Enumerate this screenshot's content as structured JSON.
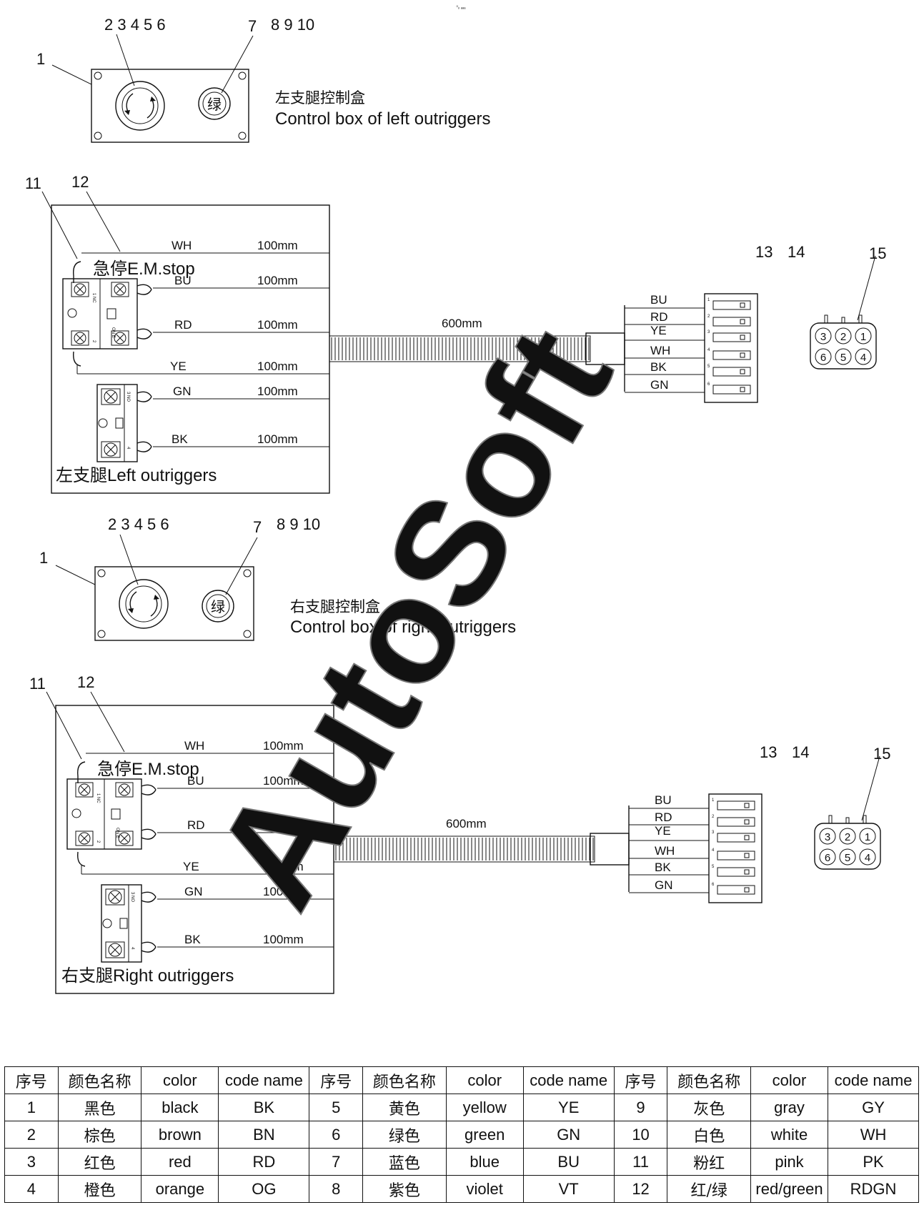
{
  "header_mark": "⁰ₒ ₐₐₐ",
  "left": {
    "box_title_zh": "左支腿控制盒",
    "box_title_en": "Control box of left outriggers",
    "outrigger_label_zh": "左支腿",
    "outrigger_label_en": "Left outriggers"
  },
  "right": {
    "box_title_zh": "右支腿控制盒",
    "box_title_en": "Control box of right outriggers",
    "outrigger_label_zh": "右支腿",
    "outrigger_label_en": "Right outriggers"
  },
  "callouts": {
    "box": "1",
    "switch": "2 3 4 5 6",
    "button": "7",
    "button_extra": "8 9 10",
    "emstop_a": "11",
    "emstop_b": "12",
    "plug_a": "13",
    "plug_b": "14",
    "socket": "15"
  },
  "button_glyph": "绿",
  "emstop_zh": "急停",
  "emstop_en": "E.M.stop",
  "cable_length": "600mm",
  "wires": [
    {
      "code": "WH",
      "length": "100mm"
    },
    {
      "code": "BU",
      "length": "100mm"
    },
    {
      "code": "RD",
      "length": "100mm"
    },
    {
      "code": "YE",
      "length": "100mm"
    },
    {
      "code": "GN",
      "length": "100mm"
    },
    {
      "code": "BK",
      "length": "100mm"
    }
  ],
  "plug_wires": [
    "BU",
    "RD",
    "YE",
    "WH",
    "BK",
    "GN"
  ],
  "plug_pins": [
    "1",
    "2",
    "3",
    "4",
    "5",
    "6"
  ],
  "socket_pins_top": [
    "3",
    "2",
    "1"
  ],
  "socket_pins_bottom": [
    "6",
    "5",
    "4"
  ],
  "contact_labels": {
    "nc": "1 NC",
    "p2": "2",
    "on": "ON E",
    "p3": "3 NO",
    "p4": "4"
  },
  "watermark": "AutoSoft",
  "table": {
    "headers": [
      "序号",
      "颜色名称",
      "color",
      "code name",
      "序号",
      "颜色名称",
      "color",
      "code name",
      "序号",
      "颜色名称",
      "color",
      "code name"
    ],
    "rows": [
      [
        "1",
        "黑色",
        "black",
        "BK",
        "5",
        "黄色",
        "yellow",
        "YE",
        "9",
        "灰色",
        "gray",
        "GY"
      ],
      [
        "2",
        "棕色",
        "brown",
        "BN",
        "6",
        "绿色",
        "green",
        "GN",
        "10",
        "白色",
        "white",
        "WH"
      ],
      [
        "3",
        "红色",
        "red",
        "RD",
        "7",
        "蓝色",
        "blue",
        "BU",
        "11",
        "粉红",
        "pink",
        "PK"
      ],
      [
        "4",
        "橙色",
        "orange",
        "OG",
        "8",
        "紫色",
        "violet",
        "VT",
        "12",
        "红/绿",
        "red/green",
        "RDGN"
      ]
    ]
  }
}
